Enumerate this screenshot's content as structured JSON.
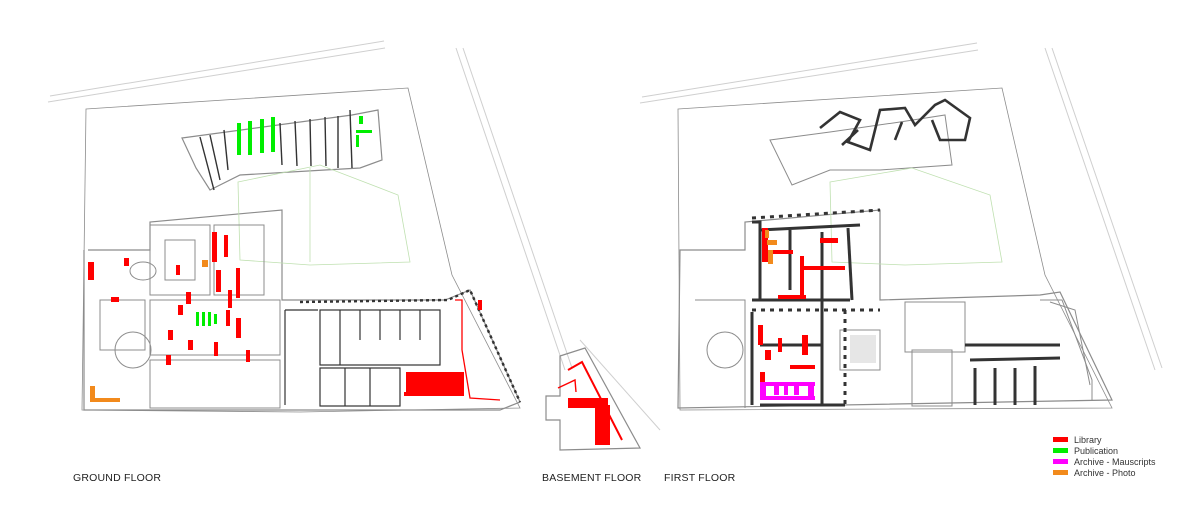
{
  "floors": {
    "ground": {
      "label": "GROUND FLOOR"
    },
    "basement": {
      "label": "BASEMENT FLOOR"
    },
    "first": {
      "label": "FIRST FLOOR"
    }
  },
  "legend": {
    "items": [
      {
        "label": "Library",
        "color": "#ff0000"
      },
      {
        "label": "Publication",
        "color": "#00ee00"
      },
      {
        "label": "Archive - Mauscripts",
        "color": "#ff00ff"
      },
      {
        "label": "Archive - Photo",
        "color": "#f28a1c"
      }
    ]
  },
  "colors": {
    "wall": "#333333",
    "outline": "#8c8c8c",
    "street": "#cfcfcf",
    "courtyard": "#bfe0b0"
  }
}
